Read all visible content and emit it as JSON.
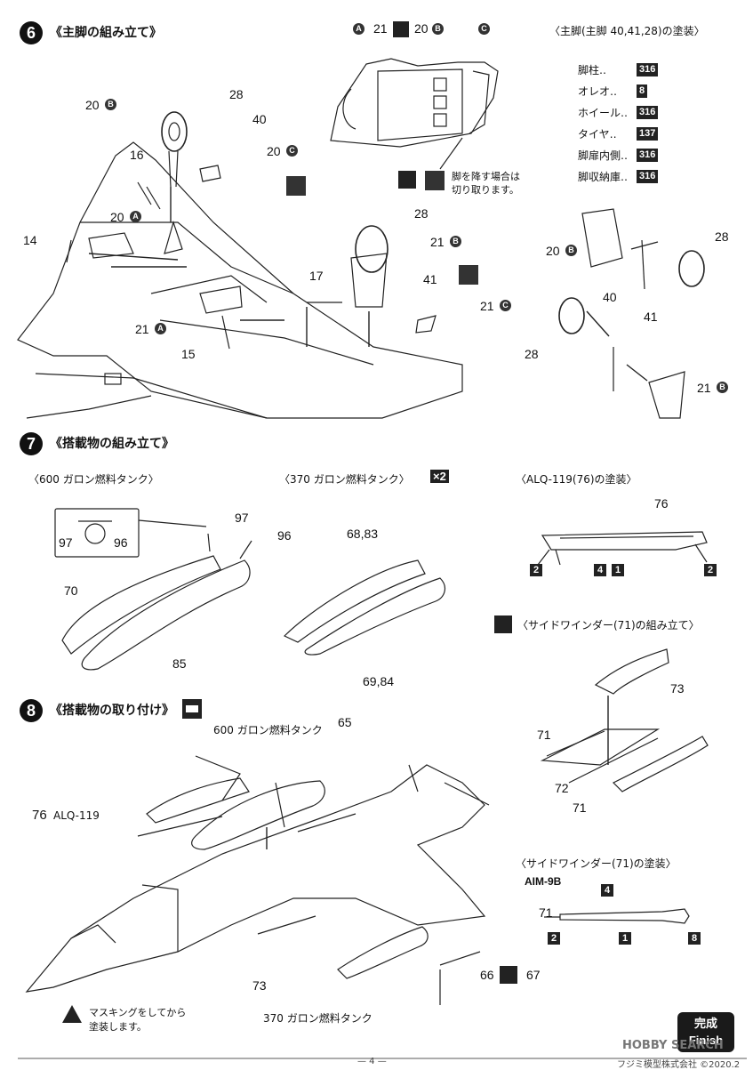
{
  "steps": [
    {
      "num": "6",
      "title": "《主脚の組み立て》"
    },
    {
      "num": "7",
      "title": "《搭載物の組み立て》"
    },
    {
      "num": "8",
      "title": "《搭載物の取り付け》"
    }
  ],
  "step6": {
    "paint_title": "〈主脚(主脚 40,41,28)の塗装〉",
    "paint_rows": [
      {
        "name": "脚柱‥",
        "code": "316"
      },
      {
        "name": "オレオ‥",
        "code": "8"
      },
      {
        "name": "ホイール‥",
        "code": "316"
      },
      {
        "name": "タイヤ‥",
        "code": "137"
      },
      {
        "name": "脚扉内側‥",
        "code": "316"
      },
      {
        "name": "脚収納庫‥",
        "code": "316"
      }
    ],
    "cut_note_1": "脚を降す場合は",
    "cut_note_2": "切り取ります。",
    "door_top_labels": [
      "A",
      "21",
      "20",
      "B",
      "C"
    ],
    "callouts": [
      "28",
      "20",
      "40",
      "16",
      "20",
      "14",
      "20",
      "28",
      "21",
      "17",
      "41",
      "21",
      "21",
      "15",
      "20",
      "28",
      "40",
      "41",
      "28",
      "21"
    ],
    "circle_letters": [
      "B",
      "C",
      "A",
      "B",
      "C",
      "A",
      "B",
      "B"
    ]
  },
  "step7": {
    "tank600_title": "〈600 ガロン燃料タンク〉",
    "tank370_title": "〈370 ガロン燃料タンク〉",
    "times2": "×2",
    "alq_title": "〈ALQ-119(76)の塗装〉",
    "sidewinder_assy_title": "〈サイドワインダー(71)の組み立て〉",
    "sidewinder_paint_title": "〈サイドワインダー(71)の塗装〉",
    "aim": "AIM-9B",
    "tank600_parts": [
      "97",
      "96",
      "97",
      "96",
      "70",
      "85"
    ],
    "tank370_parts": [
      "68,83",
      "69,84"
    ],
    "alq_parts": [
      "76",
      "2",
      "4",
      "1",
      "2"
    ],
    "sw_assy_parts": [
      "73",
      "71",
      "72",
      "71"
    ],
    "sw_paint_parts": [
      "71",
      "4",
      "2",
      "1",
      "8"
    ]
  },
  "step8": {
    "tank600_label": "600 ガロン燃料タンク",
    "tank370_label": "370 ガロン燃料タンク",
    "part65": "65",
    "alq_num": "76",
    "alq_name": "ALQ-119",
    "part73": "73",
    "part66": "66",
    "part67": "67",
    "masking_1": "マスキングをしてから",
    "masking_2": "塗装します。"
  },
  "finish": {
    "ja": "完成",
    "en": "Finish"
  },
  "footer": {
    "page": "— 4 —",
    "company": "フジミ模型株式会社 ©2020.2",
    "watermark": "HOBBY SEARCH"
  }
}
